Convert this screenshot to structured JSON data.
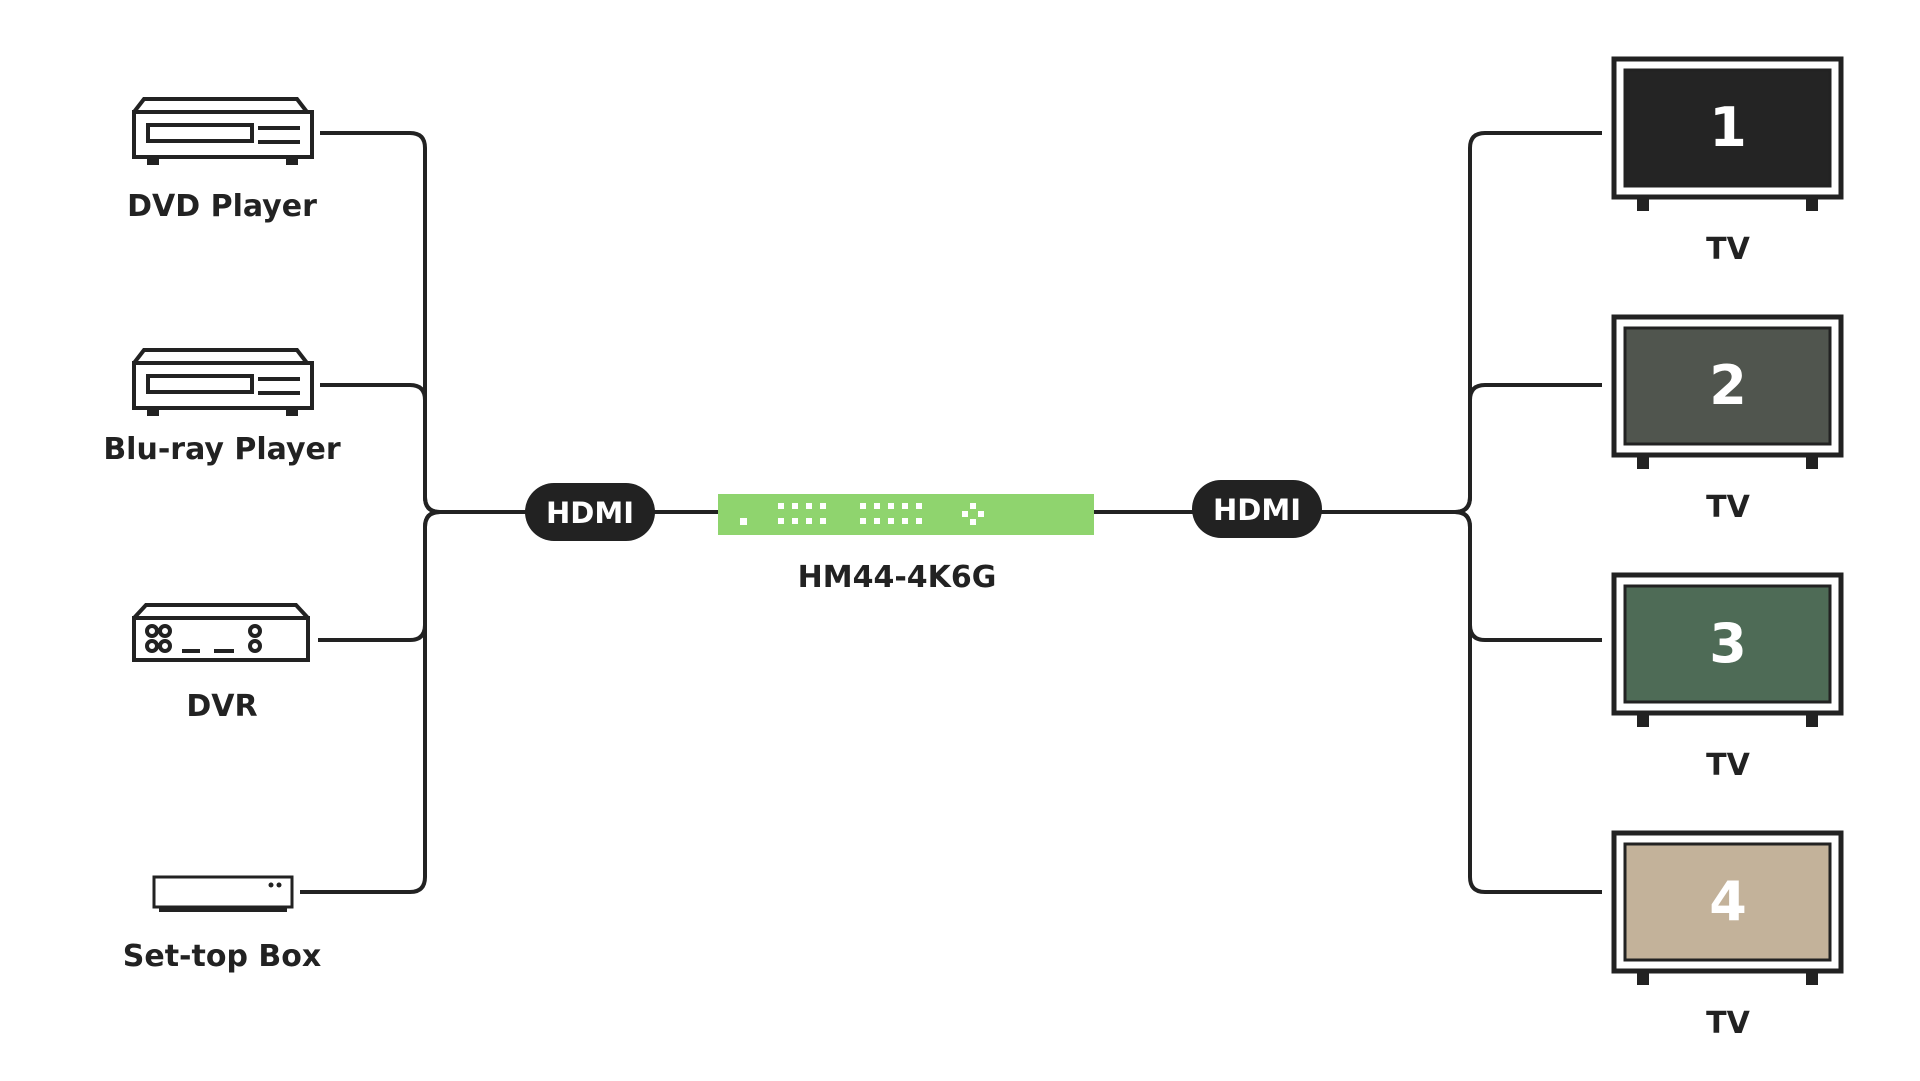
{
  "sources": [
    {
      "label": "DVD Player",
      "icon": "dvd-player-icon"
    },
    {
      "label": "Blu-ray Player",
      "icon": "bluray-player-icon"
    },
    {
      "label": "DVR",
      "icon": "dvr-icon"
    },
    {
      "label": "Set-top Box",
      "icon": "set-top-box-icon"
    }
  ],
  "left_cable": {
    "label": "HDMI"
  },
  "switch": {
    "label": "HM44-4K6G",
    "color": "#8fd46e"
  },
  "right_cable": {
    "label": "HDMI"
  },
  "displays": [
    {
      "number": "1",
      "label": "TV",
      "screen_color": "#242424"
    },
    {
      "number": "2",
      "label": "TV",
      "screen_color": "#50554e"
    },
    {
      "number": "3",
      "label": "TV",
      "screen_color": "#4e6b56"
    },
    {
      "number": "4",
      "label": "TV",
      "screen_color": "#c3b29a"
    }
  ],
  "colors": {
    "line": "#222222",
    "pill": "#222222"
  }
}
